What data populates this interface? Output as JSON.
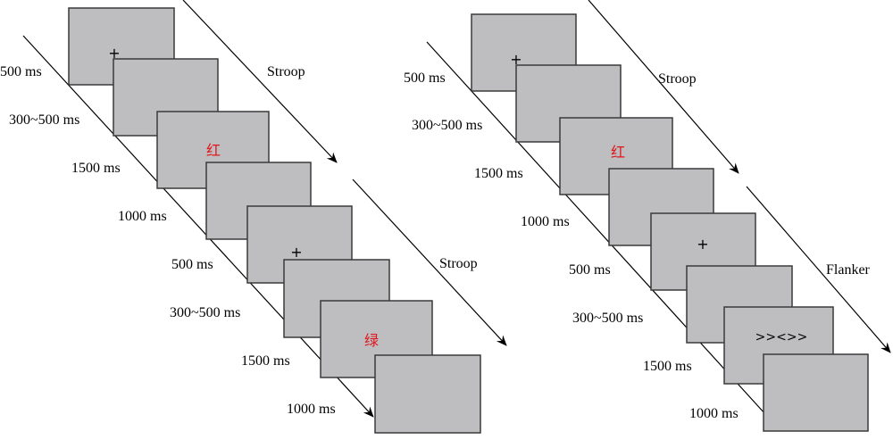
{
  "colors": {
    "screen_fill": "#bebdc0",
    "word_color": "#e0161c"
  },
  "left_panel": {
    "durations": [
      "500 ms",
      "300~500 ms",
      "1500 ms",
      "1000 ms",
      "500 ms",
      "300~500 ms",
      "1500 ms",
      "1000 ms"
    ],
    "task_labels": [
      "Stroop",
      "Stroop"
    ],
    "stimuli": {
      "fixation1": "+",
      "word1": "红",
      "fixation2": "+",
      "word2": "绿"
    }
  },
  "right_panel": {
    "durations": [
      "500 ms",
      "300~500 ms",
      "1500 ms",
      "1000 ms",
      "500 ms",
      "300~500 ms",
      "1500 ms",
      "1000 ms"
    ],
    "task_labels": [
      "Stroop",
      "Flanker"
    ],
    "stimuli": {
      "fixation1": "+",
      "word1": "红",
      "fixation2": "+",
      "flanker": ">><>>"
    }
  }
}
